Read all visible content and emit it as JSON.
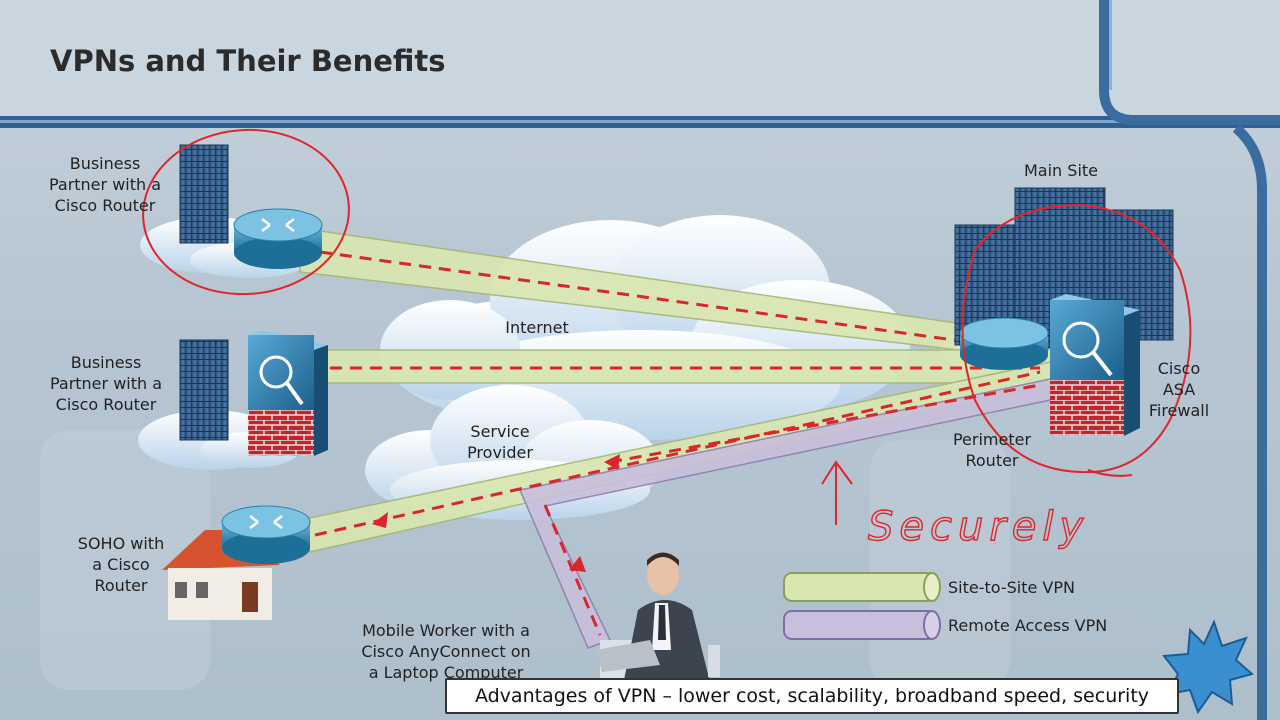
{
  "slide": {
    "title": "VPNs and Their Benefits",
    "caption": "Advantages of VPN – lower cost, scalability, broadband speed, security",
    "handwriting": "Securely"
  },
  "labels": {
    "partner1": [
      "Business",
      "Partner with a",
      "Cisco Router"
    ],
    "partner2": [
      "Business",
      "Partner with a",
      "Cisco Router"
    ],
    "soho": [
      "SOHO with",
      "a Cisco",
      "Router"
    ],
    "mobile": [
      "Mobile Worker with a",
      "Cisco AnyConnect on",
      "a Laptop Computer"
    ],
    "internet": "Internet",
    "service_provider": [
      "Service",
      "Provider"
    ],
    "main_site": "Main Site",
    "perimeter": [
      "Perimeter",
      "Router"
    ],
    "asa": [
      "Cisco",
      "ASA",
      "Firewall"
    ]
  },
  "legend": {
    "site_to_site": "Site-to-Site VPN",
    "remote_access": "Remote Access VPN"
  },
  "colors": {
    "site_to_site_tunnel": "#d9e6b0",
    "remote_access_tunnel": "#c8bfdc",
    "dashed_flow": "#d9262b",
    "annotation_ink": "#e0262b"
  }
}
